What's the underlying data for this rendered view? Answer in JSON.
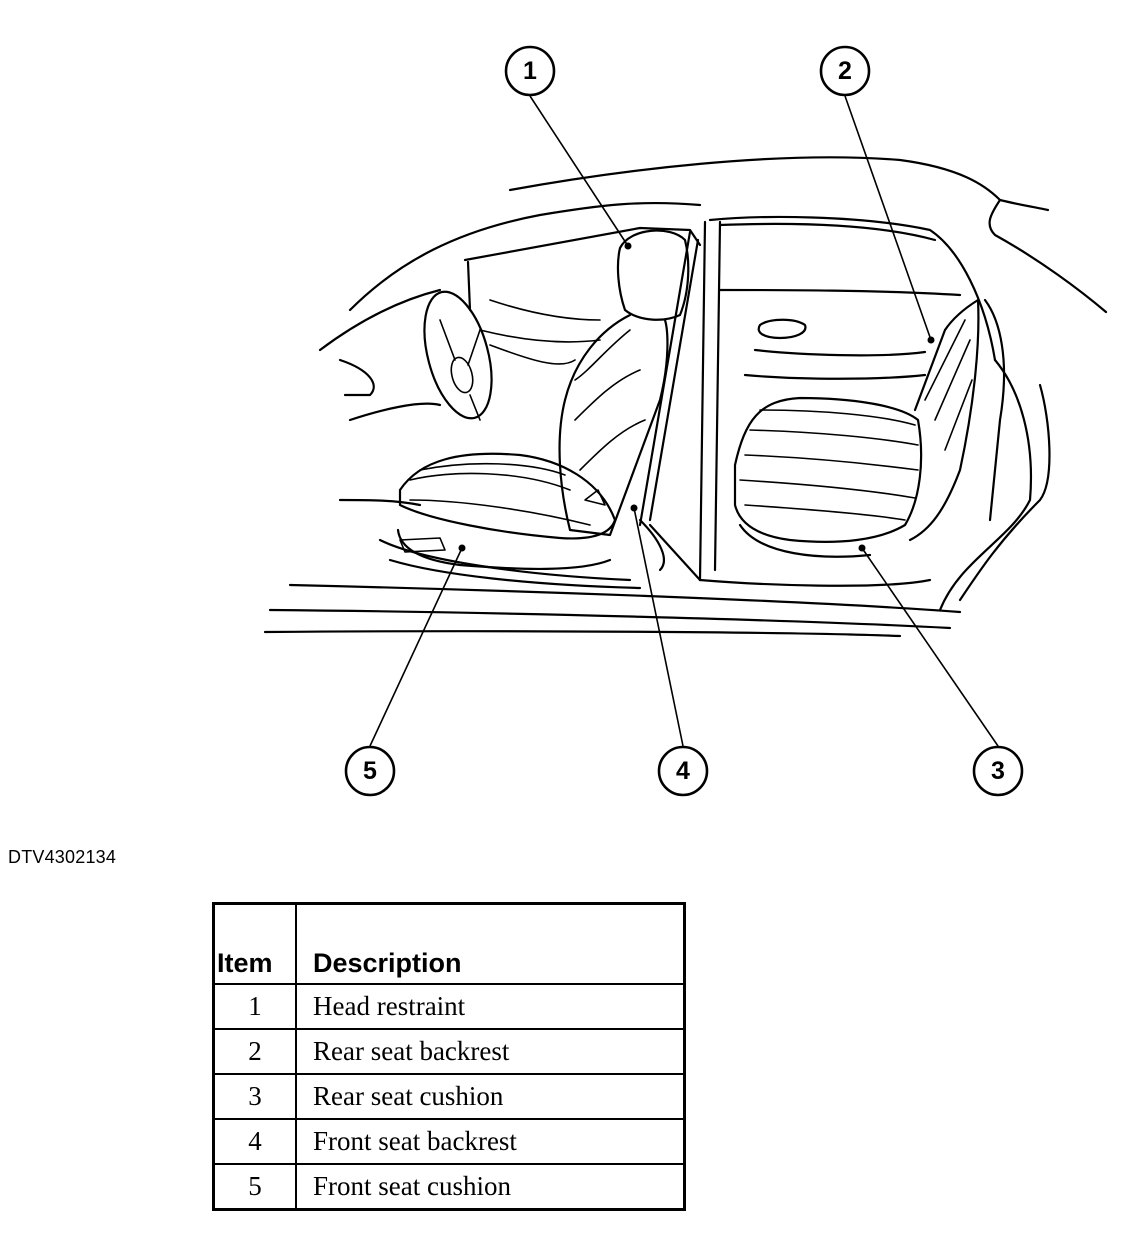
{
  "callouts": [
    "1",
    "2",
    "3",
    "4",
    "5"
  ],
  "figure_code": "DTV4302134",
  "table": {
    "headers": {
      "item": "Item",
      "description": "Description"
    },
    "rows": [
      {
        "item": "1",
        "description": "Head restraint"
      },
      {
        "item": "2",
        "description": "Rear seat backrest"
      },
      {
        "item": "3",
        "description": "Rear seat cushion"
      },
      {
        "item": "4",
        "description": "Front seat backrest"
      },
      {
        "item": "5",
        "description": "Front seat cushion"
      }
    ]
  }
}
